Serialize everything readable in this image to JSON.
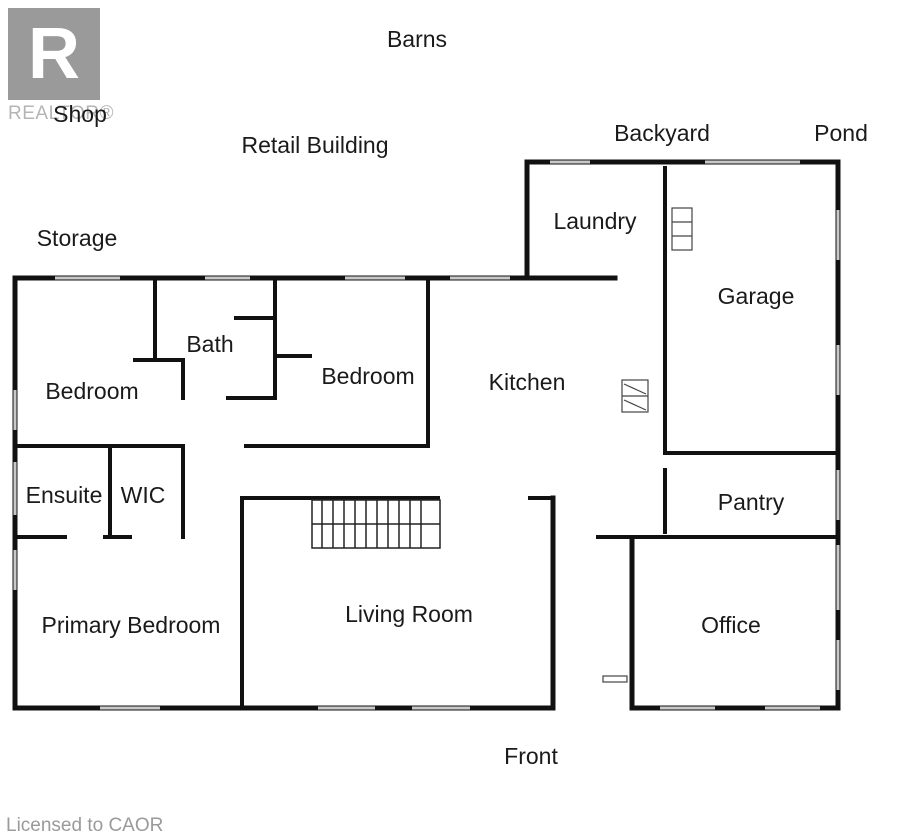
{
  "logo": {
    "letter": "R",
    "text": "REALTOR®"
  },
  "outside": {
    "barns": "Barns",
    "shop": "Shop",
    "retail_building": "Retail Building",
    "storage": "Storage",
    "backyard": "Backyard",
    "pond": "Pond",
    "front": "Front"
  },
  "rooms": {
    "laundry": "Laundry",
    "garage": "Garage",
    "bath": "Bath",
    "bedroom_left": "Bedroom",
    "bedroom_center": "Bedroom",
    "kitchen": "Kitchen",
    "ensuite": "Ensuite",
    "wic": "WIC",
    "pantry": "Pantry",
    "primary_bedroom": "Primary Bedroom",
    "living_room": "Living Room",
    "office": "Office"
  },
  "footer": {
    "license": "Licensed to CAOR"
  }
}
